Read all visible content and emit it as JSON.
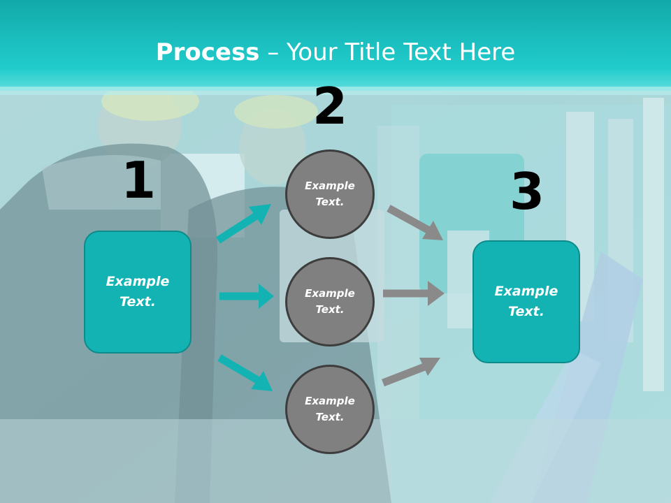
{
  "header": {
    "title_strong": "Process",
    "title_rest": " – Your Title Text Here"
  },
  "steps": {
    "one": "1",
    "two": "2",
    "three": "3"
  },
  "left_box": {
    "line1": "Example",
    "line2": "Text."
  },
  "right_box": {
    "line1": "Example",
    "line2": "Text."
  },
  "circles": [
    {
      "line1": "Example",
      "line2": "Text."
    },
    {
      "line1": "Example",
      "line2": "Text."
    },
    {
      "line1": "Example",
      "line2": "Text."
    }
  ],
  "colors": {
    "teal": "#14b3b3",
    "teal_header": "#19c4c4",
    "gray_circle": "#808080",
    "gray_arrow": "#8a8a8a"
  },
  "icons": {
    "teal_arrow": "arrow-icon",
    "gray_arrow": "arrow-icon"
  }
}
